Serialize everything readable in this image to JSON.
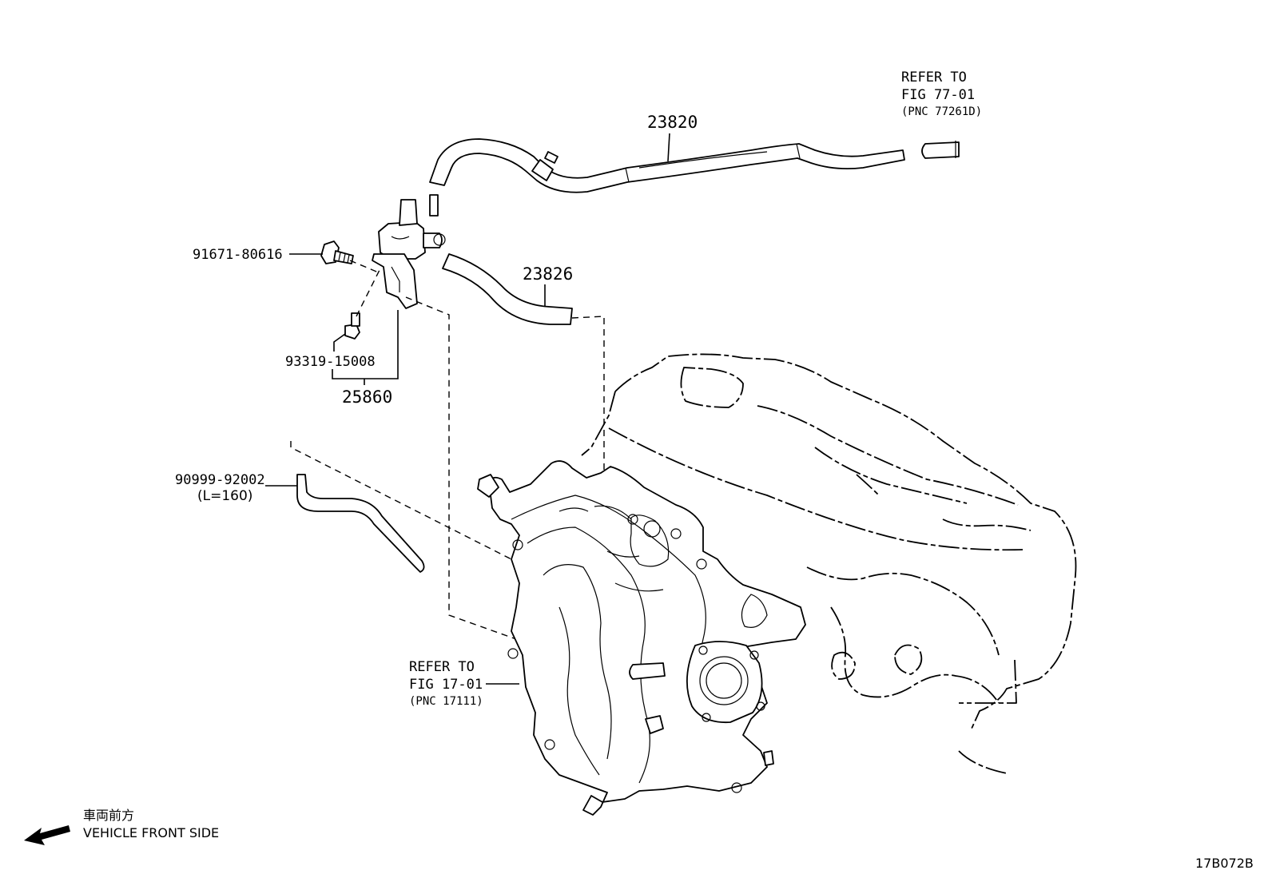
{
  "parts": {
    "hose_main": "23820",
    "hose_short": "23826",
    "bolt": "91671-80616",
    "stud_bolt": "93319-15008",
    "vsv_assembly": "25860",
    "hose_small": "90999-92002",
    "hose_small_length": "(L=160)"
  },
  "references": {
    "fig77": {
      "line1": "REFER TO",
      "line2": "FIG 77-01",
      "line3": "(PNC 77261D)"
    },
    "fig17": {
      "line1": "REFER TO",
      "line2": "FIG 17-01",
      "line3": "(PNC 17111)"
    }
  },
  "direction": {
    "jp": "車両前方",
    "en": "VEHICLE FRONT SIDE",
    "arrow_icon": "arrow-left-down-icon"
  },
  "figure_code": "17B072B"
}
